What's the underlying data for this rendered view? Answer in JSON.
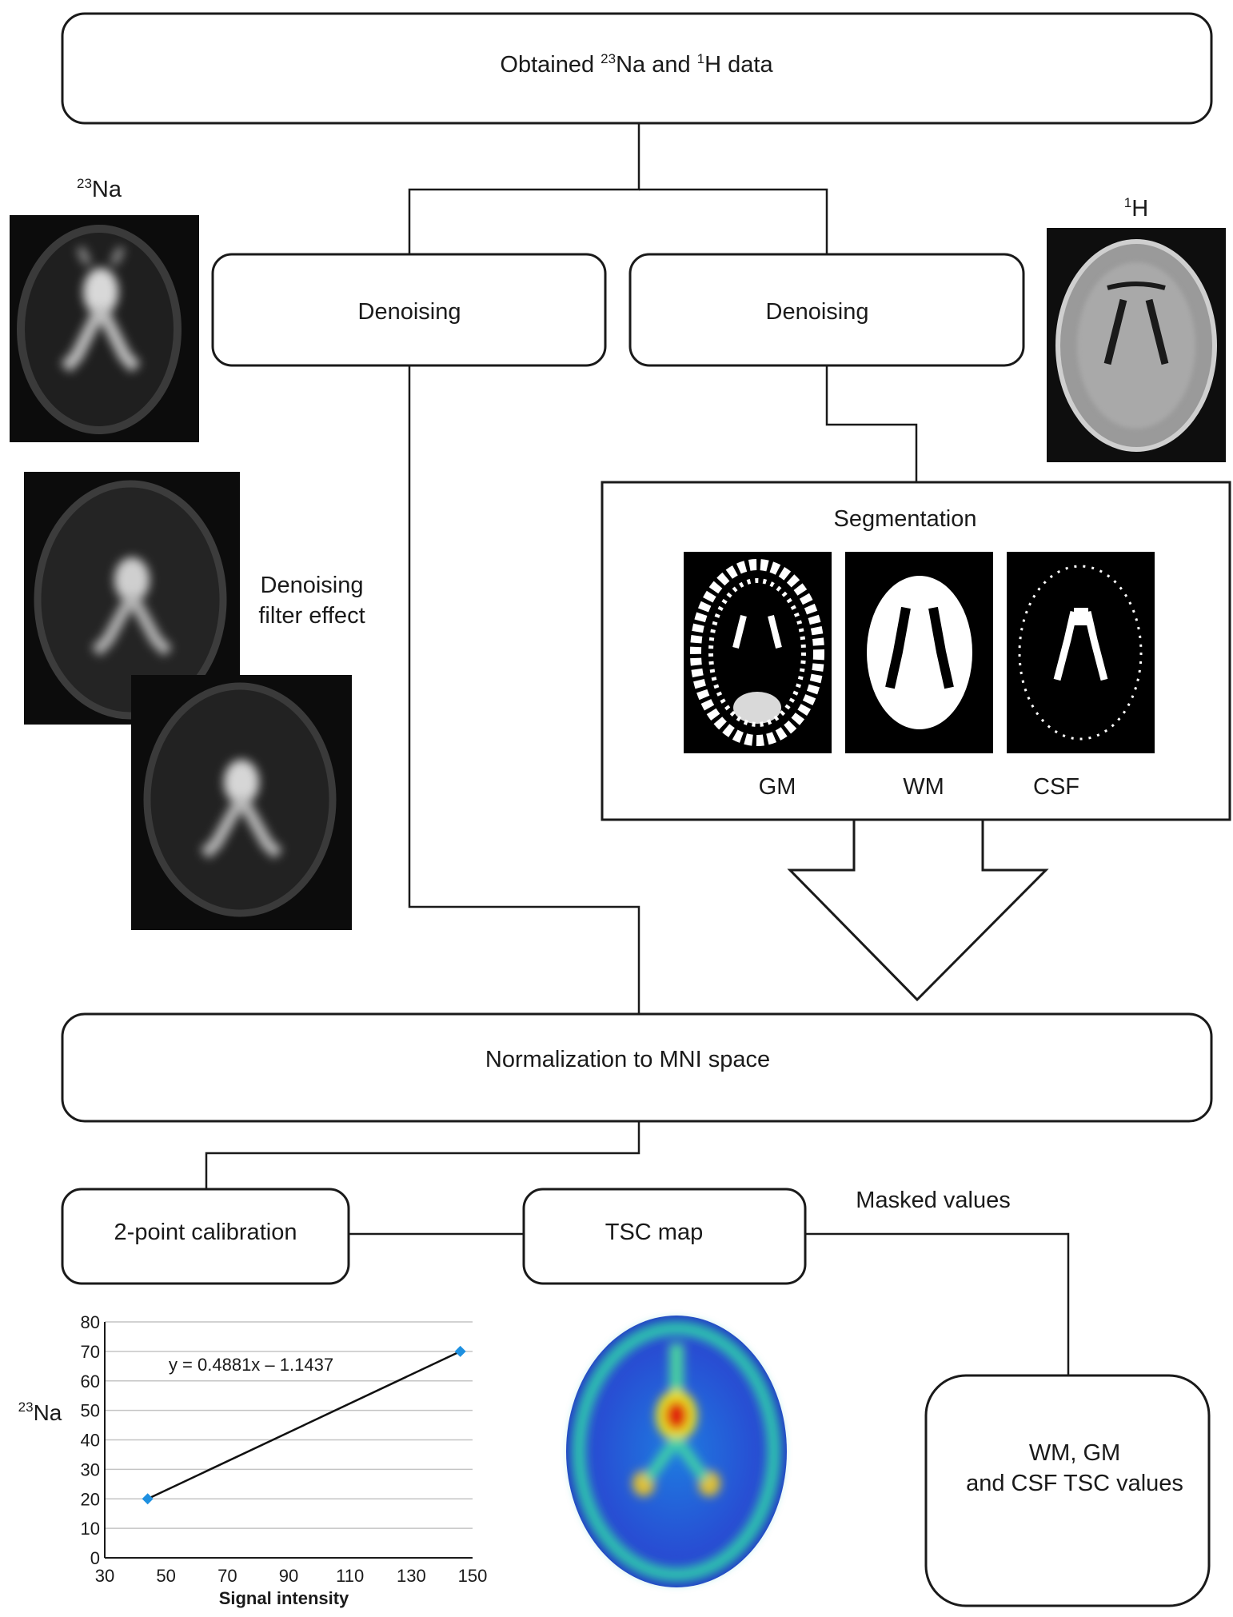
{
  "nodes": {
    "obtained": {
      "pre": "Obtained ",
      "sup1": "23",
      "mid": "Na and ",
      "sup2": "1",
      "post": "H data"
    },
    "denoising_left": "Denoising",
    "denoising_right": "Denoising",
    "segmentation": "Segmentation",
    "normalization": "Normalization to MNI space",
    "calibration": "2-point calibration",
    "tsc_map": "TSC map",
    "result_line1": "WM, GM",
    "result_line2": "and CSF TSC values"
  },
  "labels": {
    "na_sup": "23",
    "na_text": "Na",
    "h_sup": "1",
    "h_text": "H",
    "denoise_effect_line1": "Denoising",
    "denoise_effect_line2": "filter effect",
    "gm": "GM",
    "wm": "WM",
    "csf": "CSF",
    "masked_values": "Masked values"
  },
  "chart_data": {
    "type": "scatter",
    "points": [
      {
        "x": 44,
        "y": 20
      },
      {
        "x": 146,
        "y": 70
      }
    ],
    "xlim": [
      30,
      150
    ],
    "ylim": [
      0,
      80
    ],
    "x_ticks": [
      30,
      50,
      70,
      90,
      110,
      130,
      150
    ],
    "y_ticks": [
      0,
      10,
      20,
      30,
      40,
      50,
      60,
      70,
      80
    ],
    "xlabel": "Signal intensity",
    "ylabel_sup": "23",
    "ylabel": "Na",
    "equation": "y = 0.4881x – 1.1437",
    "grid": true,
    "point_color": "#1e90e0"
  }
}
